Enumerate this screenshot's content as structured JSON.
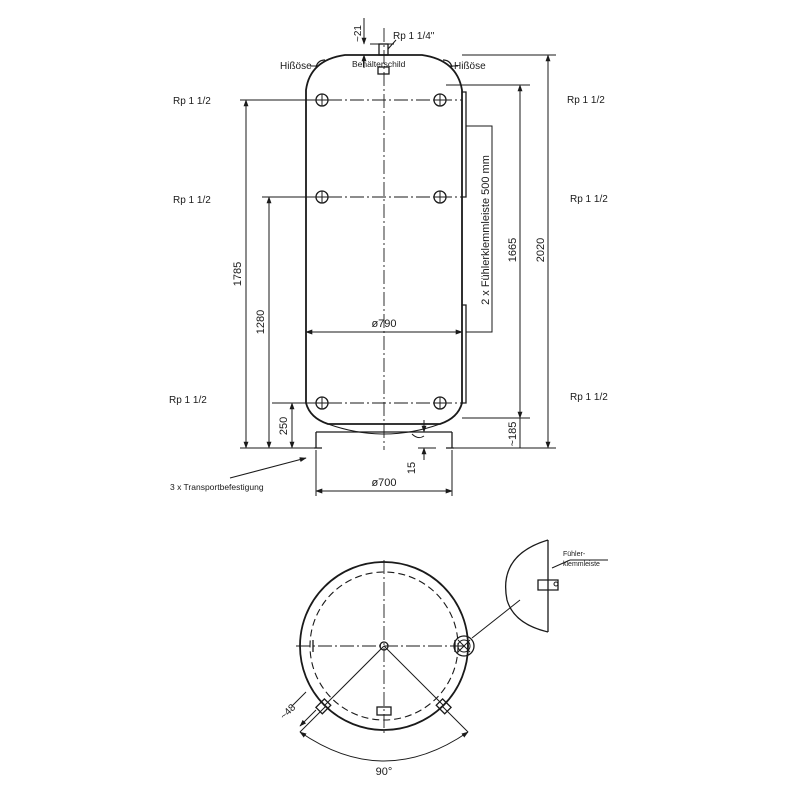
{
  "labels": {
    "top_connection": "Rp 1 1/4\"",
    "dim_21": "~21",
    "lifting_eye_left": "Hißöse",
    "lifting_eye_right": "Hißöse",
    "nameplate": "Behälterschild",
    "port_left_top": "Rp 1 1/2",
    "port_left_mid": "Rp 1 1/2",
    "port_left_bottom": "Rp 1 1/2",
    "port_right_top": "Rp 1 1/2",
    "port_right_mid": "Rp 1 1/2",
    "port_right_bottom": "Rp 1 1/2",
    "dim_1785": "1785",
    "dim_1280": "1280",
    "dim_250": "250",
    "dim_1665": "1665",
    "dim_2020": "2020",
    "dim_185": "~185",
    "dim_15": "15",
    "dia_790": "ø790",
    "dia_700": "ø700",
    "sensor_strip": "2 x Fühlerklemmleiste 500 mm",
    "transport": "3 x Transportbefestigung",
    "sensor_detail_line1": "Fühler-",
    "sensor_detail_line2": "klemmleiste",
    "dim_48": "~48",
    "angle_90": "90°"
  }
}
